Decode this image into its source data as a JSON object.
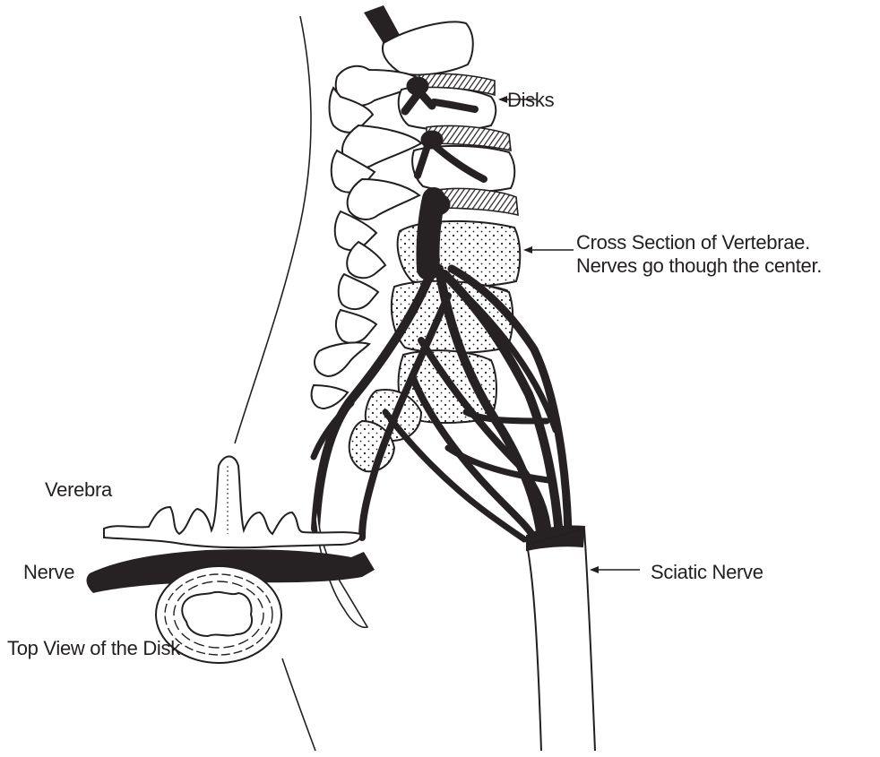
{
  "labels": {
    "disks": "Disks",
    "cross_section_line1": "Cross Section of Vertebrae.",
    "cross_section_line2": "Nerves go though the center.",
    "verebra": "Verebra",
    "nerve": "Nerve",
    "sciatic_nerve": "Sciatic Nerve",
    "top_view": "Top View of the Disk"
  },
  "colors": {
    "ink": "#231f20",
    "nerve": "#262224",
    "disk_hatch": "#55514f",
    "background": "#ffffff"
  }
}
